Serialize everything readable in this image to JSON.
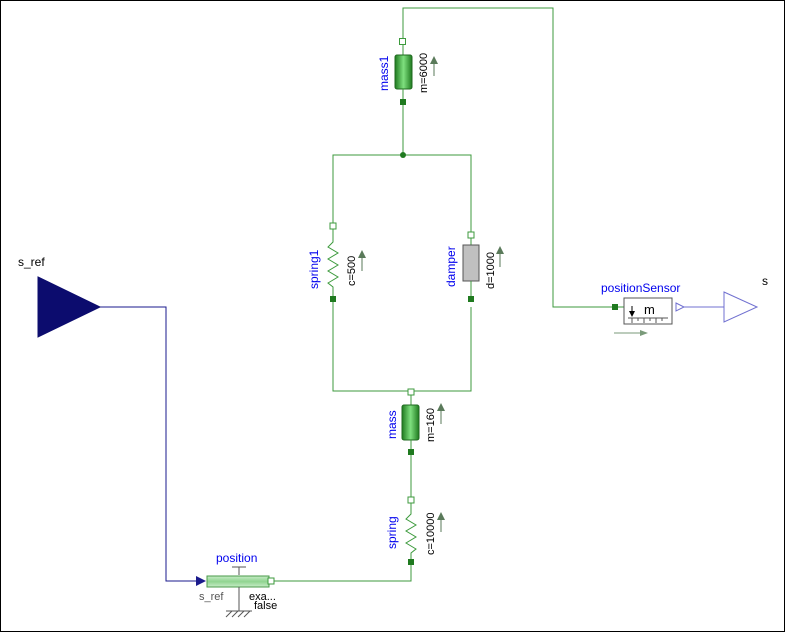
{
  "labels": {
    "mass1_name": "mass1",
    "mass1_param": "m=6000",
    "spring1_name": "spring1",
    "spring1_param": "c=500",
    "damper_name": "damper",
    "damper_param": "d=1000",
    "mass_name": "mass",
    "mass_param": "m=160",
    "spring_name": "spring",
    "spring_param": "c=10000",
    "position_name": "position",
    "position_input": "s_ref",
    "position_param1": "exa...",
    "position_param2": "false",
    "s_ref_name": "s_ref",
    "sensor_name": "positionSensor",
    "sensor_unit": "m",
    "output_name": "s"
  },
  "colors": {
    "mechanical_wire": "#3c9a3c",
    "signal_wire": "#1a1a8c",
    "label": "#0000ee",
    "mass_fill": "#2e8b2e",
    "damper_fill": "#c0c0c0"
  }
}
